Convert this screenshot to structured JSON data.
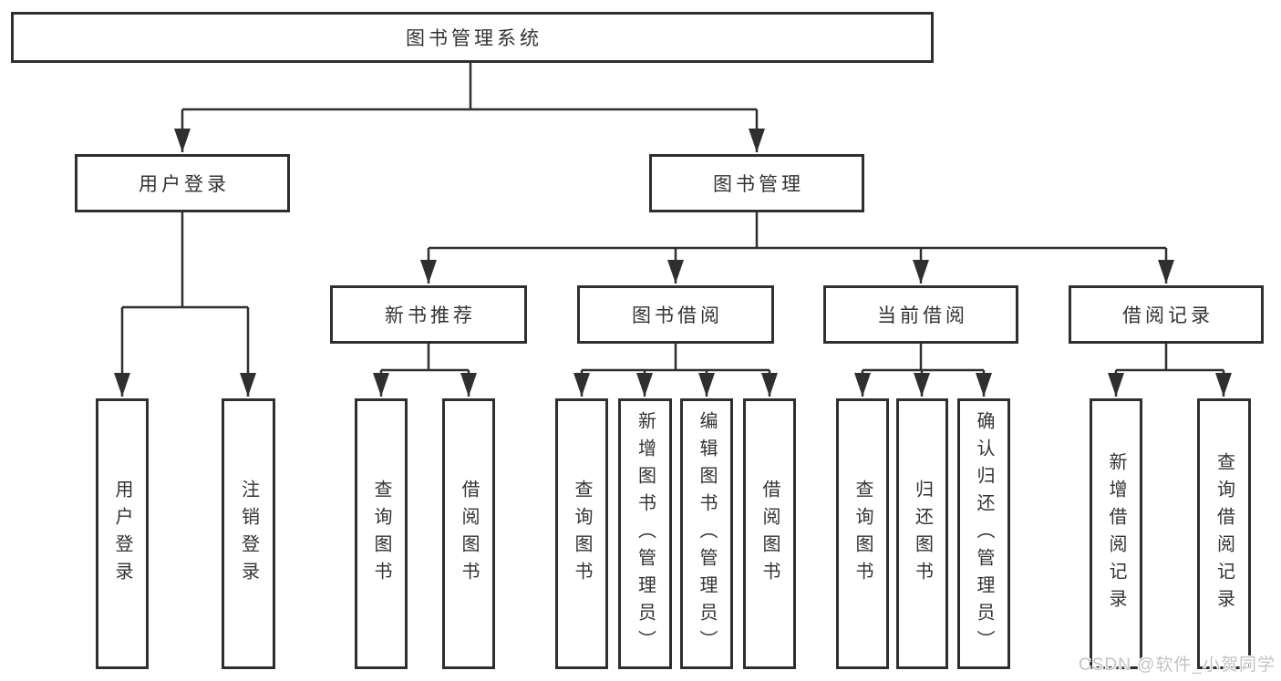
{
  "colors": {
    "background": "#ffffff",
    "line": "#2f2f2f",
    "text": "#333333",
    "watermark": "#c4c4c4"
  },
  "watermark": "CSDN @软件_小贺同学",
  "tree": {
    "label": "图书管理系统",
    "children": [
      {
        "label": "用户登录",
        "children": [
          {
            "label": "用户登录"
          },
          {
            "label": "注销登录"
          }
        ]
      },
      {
        "label": "图书管理",
        "children": [
          {
            "label": "新书推荐",
            "children": [
              {
                "label": "查询图书"
              },
              {
                "label": "借阅图书"
              }
            ]
          },
          {
            "label": "图书借阅",
            "children": [
              {
                "label": "查询图书"
              },
              {
                "label": "新增图书（管理员）"
              },
              {
                "label": "编辑图书（管理员）"
              },
              {
                "label": "借阅图书"
              }
            ]
          },
          {
            "label": "当前借阅",
            "children": [
              {
                "label": "查询图书"
              },
              {
                "label": "归还图书"
              },
              {
                "label": "确认归还（管理员）"
              }
            ]
          },
          {
            "label": "借阅记录",
            "children": [
              {
                "label": "新增借阅记录"
              },
              {
                "label": "查询借阅记录"
              }
            ]
          }
        ]
      }
    ]
  }
}
